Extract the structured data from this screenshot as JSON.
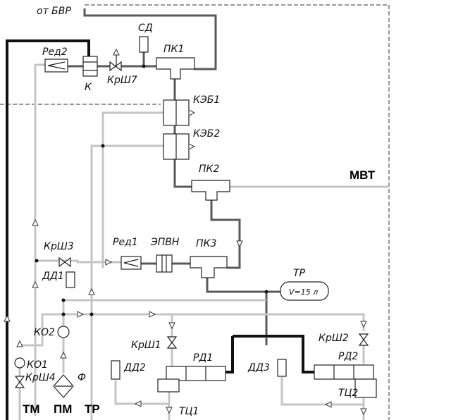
{
  "diagram": {
    "labels": {
      "ot_bvr": "от БВР",
      "sd": "СД",
      "pk1": "ПК1",
      "red2": "Ред2",
      "k": "К",
      "krsh7": "КрШ7",
      "keb1": "КЭБ1",
      "keb2": "КЭБ2",
      "pk2": "ПК2",
      "mvt": "МВТ",
      "krsh3": "КрШ3",
      "red1": "Ред1",
      "epvn": "ЭПВН",
      "pk3": "ПК3",
      "tr_res": "ТР",
      "tr_volume": "V=15 л",
      "dd1": "ДД1",
      "ko2": "КО2",
      "ko1": "КО1",
      "krsh4": "КрШ4",
      "f": "Ф",
      "krsh1": "КрШ1",
      "rd1": "РД1",
      "dd2": "ДД2",
      "tc1": "ТЦ1",
      "dd3": "ДД3",
      "krsh2": "КрШ2",
      "rd2": "РД2",
      "tc2": "ТЦ2",
      "tm": "ТМ",
      "pm": "ПМ",
      "tr_line": "ТР"
    }
  }
}
